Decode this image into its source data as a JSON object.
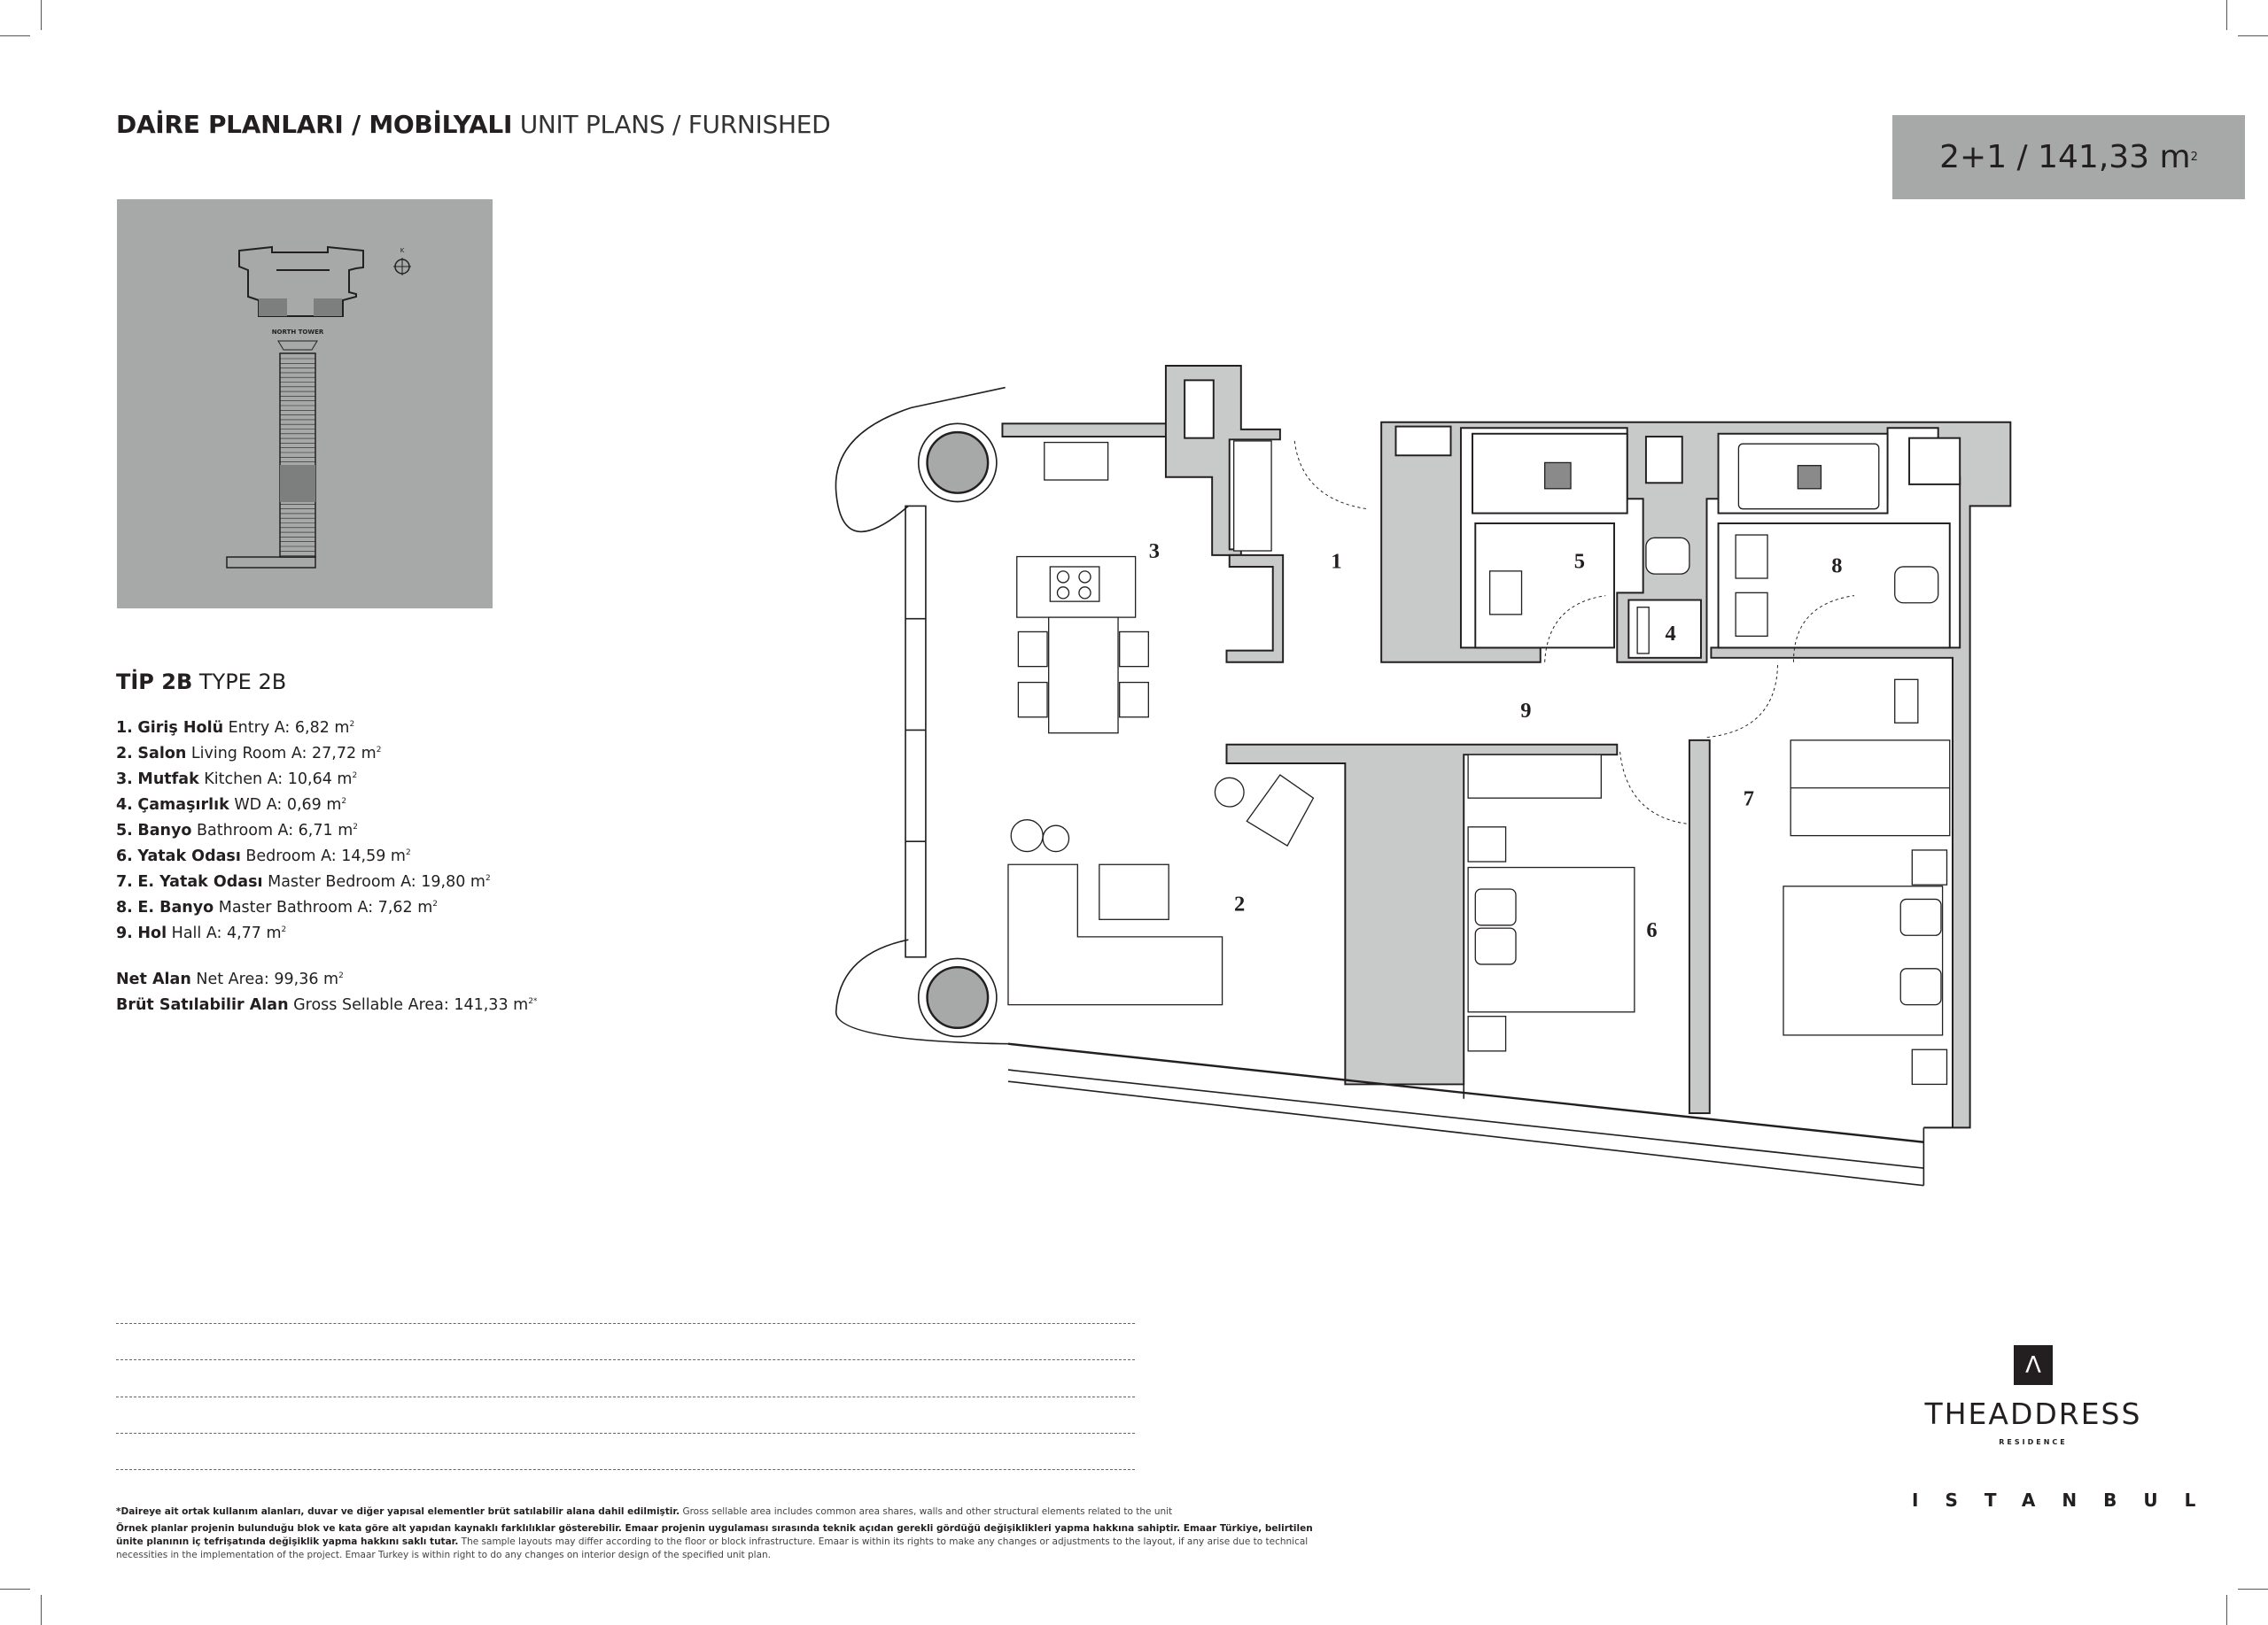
{
  "header": {
    "title_tr": "DAİRE PLANLARI / MOBİLYALI",
    "title_en": "UNIT PLANS / FURNISHED"
  },
  "unit_badge": {
    "text": "2+1 / 141,33 m",
    "sup": "2"
  },
  "key_plan": {
    "tower_label": "NORTH TOWER",
    "north_label": "K"
  },
  "type": {
    "tr": "TİP 2B",
    "en": "TYPE 2B"
  },
  "rooms": [
    {
      "num": "1.",
      "tr": "Giriş Holü",
      "en": "Entry A: 6,82 m",
      "plan_label": "1"
    },
    {
      "num": "2.",
      "tr": "Salon",
      "en": "Living Room A: 27,72 m",
      "plan_label": "2"
    },
    {
      "num": "3.",
      "tr": "Mutfak",
      "en": "Kitchen A: 10,64 m",
      "plan_label": "3"
    },
    {
      "num": "4.",
      "tr": "Çamaşırlık",
      "en": "WD A: 0,69 m",
      "plan_label": "4"
    },
    {
      "num": "5.",
      "tr": "Banyo",
      "en": "Bathroom A: 6,71 m",
      "plan_label": "5"
    },
    {
      "num": "6.",
      "tr": "Yatak Odası",
      "en": "Bedroom A: 14,59 m",
      "plan_label": "6"
    },
    {
      "num": "7.",
      "tr": "E. Yatak Odası",
      "en": "Master Bedroom A: 19,80 m",
      "plan_label": "7"
    },
    {
      "num": "8.",
      "tr": "E. Banyo",
      "en": "Master Bathroom A: 7,62 m",
      "plan_label": "8"
    },
    {
      "num": "9.",
      "tr": "Hol",
      "en": "Hall A: 4,77 m",
      "plan_label": "9"
    }
  ],
  "totals": {
    "net_tr": "Net Alan",
    "net_en": "Net Area: 99,36 m",
    "gross_tr": "Brüt Satılabilir Alan",
    "gross_en": "Gross Sellable Area: 141,33 m",
    "gross_sup": "2*"
  },
  "notes": {
    "line1_bold": "*Daireye ait ortak kullanım alanları, duvar ve diğer yapısal elementler brüt satılabilir alana dahil edilmiştir.",
    "line1": "Gross sellable area includes common area shares, walls and other structural elements related to the unit",
    "line2_bold": "Örnek planlar projenin bulunduğu blok ve kata göre alt yapıdan kaynaklı farklılıklar gösterebilir. Emaar projenin uygulaması sırasında teknik açıdan gerekli gördüğü değişiklikleri yapma hakkına sahiptir. Emaar Türkiye, belirtilen ünite planının iç tefrişatında değişiklik yapma hakkını saklı tutar.",
    "line2": "The sample layouts may differ according to the floor or block infrastructure. Emaar is within its rights to make any changes or adjustments to the layout, if any arise due to technical necessities in the implementation of the project. Emaar Turkey is within right to do any changes on interior design of the specified unit plan."
  },
  "logo": {
    "mark": "Λ",
    "name": "THEADDRESS",
    "sub": "RESIDENCE",
    "city": "ISTANBUL"
  }
}
